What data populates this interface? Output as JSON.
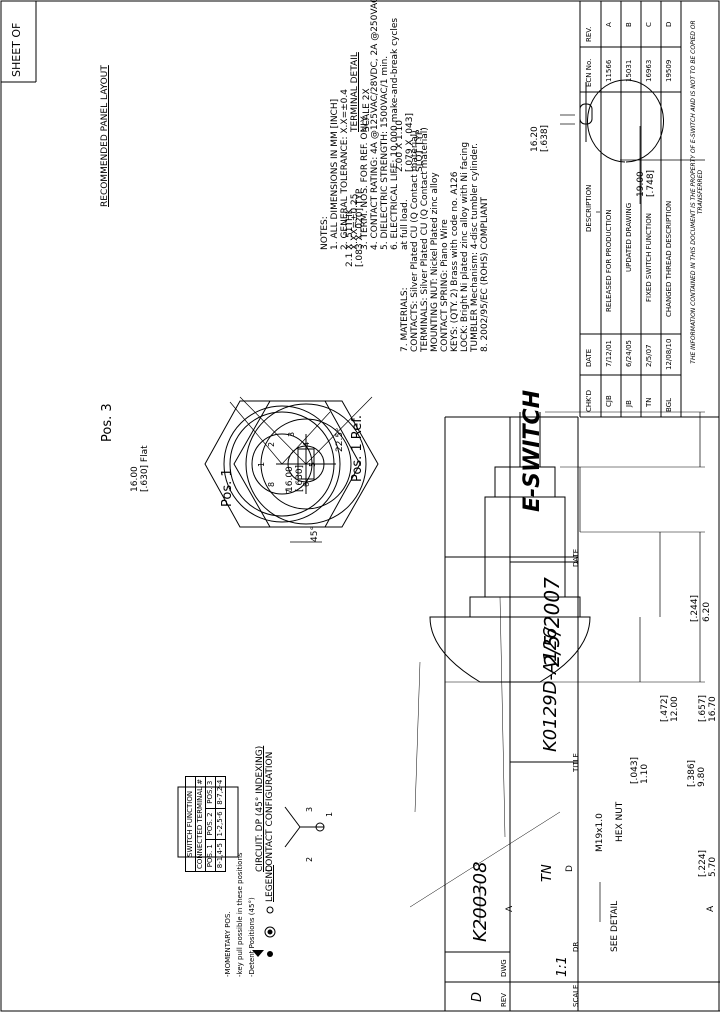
{
  "sheet_label": "SHEET OF",
  "panel": {
    "title": "RECOMMENDED PANEL LAYOUT",
    "dim_width": "19.00",
    "dim_width_in": "[.748]",
    "dim_height": "16.20",
    "dim_height_in": "[.638]"
  },
  "terminal": {
    "slot_dim": "2.00 X 1.10",
    "slot_dim_in": "[.079 X .043]",
    "slot_label": "SLOT TYP.",
    "title": "TERMINAL DETAIL",
    "scale": "SCALE 2X",
    "thk": "2.1 X .51THK",
    "thk_in": "[.083 X .020] TYP."
  },
  "notes": {
    "heading": "NOTES:",
    "lines": [
      "1. ALL DIMENSIONS IN MM [INCH]",
      "2. GENERAL TOLERANCE: X.X=±0.4",
      "                              X.XX=±0.25",
      "3. TERM. NOS. FOR REF. ONLY",
      "4. CONTACT RATING: 4A @125VAC/28VDC, 2A @250VAC",
      "5. DIELECTRIC STRENGTH: 1500VAC/1 min.",
      "6. ELECTRICAL LIFE: 10,000 make-and-break cycles",
      "                               at full load."
    ]
  },
  "materials": {
    "heading": "7. MATERIALS:",
    "lines": [
      "CONTACTS: Silver Plated CU (Q Contact material)",
      "TERMINALS: Silver Plated CU (Q Contact material)",
      "MOUNTING NUT: Nickel Plated zinc alloy",
      "CONTACT SPRING: Piano Wire",
      "KEYS: (QTY. 2) Brass with code no. A126",
      "LOCK: Bright Ni plated zinc alloy with Ni facing",
      "   TUMBLER Mechanism: 4-disc tumbler cylinder.",
      "8. 2002/95/EC (ROHS) COMPLIANT"
    ]
  },
  "front_view": {
    "pos1": "Pos. 1",
    "pos3": "Pos. 3",
    "dim": "16.00",
    "dim_in": "[.630]"
  },
  "rear_view": {
    "ref": "Pos. 1 Ref.",
    "angle1": "22.5°",
    "angle2": "45°",
    "flat": "16.00",
    "flat_in": "[.630] Flat",
    "terminals": [
      "1",
      "2",
      "3",
      "4",
      "5",
      "6",
      "7",
      "8"
    ]
  },
  "side_view": {
    "d620": "6.20",
    "d620_in": "[.244]",
    "d1670": "16.70",
    "d1670_in": "[.657]",
    "d1200": "12.00",
    "d1200_in": "[.472]",
    "d110": "1.10",
    "d110_in": "[.043]",
    "d980": "9.80",
    "d980_in": "[.386]",
    "d570": "5.70",
    "d570_in": "[.224]",
    "thread": "M19x1.0",
    "rev_mark": "D",
    "hex_nut": "HEX NUT",
    "see_detail": "SEE DETAIL",
    "section": "A"
  },
  "circuit": {
    "title": "CIRCUIT: DP (45° INDEXING)",
    "subtitle": "CONTACT CONFIGURATION",
    "labels": [
      "1",
      "2",
      "3"
    ]
  },
  "switch_table": {
    "title": "SWITCH FUNCTION",
    "subtitle": "CONNECTED TERMINAL #",
    "headers": [
      "POS. 1",
      "POS. 2",
      "POS. 3"
    ],
    "values": [
      "8-1,4-5",
      "1-2,5-6",
      "8-7,2-4"
    ]
  },
  "legend": {
    "title": "LEGEND",
    "items": [
      "-Detent Positions (45°)",
      "-key pull possible in these positions",
      "-MOMENTARY POS."
    ]
  },
  "revisions": {
    "headers": [
      "REV.",
      "ECN No.",
      "DESCRIPTION",
      "DATE",
      "CHK'D"
    ],
    "rows": [
      [
        "A",
        "11566",
        "RELEASED FOR PRODUCTION",
        "7/12/01",
        "CJB"
      ],
      [
        "B",
        "15031",
        "UPDATED DRAWING",
        "6/24/05",
        "JB"
      ],
      [
        "C",
        "16963",
        "FIXED SWITCH FUNCTION",
        "2/5/07",
        "TN"
      ],
      [
        "D",
        "19509",
        "CHANGED THREAD DESCRIPTION",
        "12/08/10",
        "BGL"
      ]
    ],
    "disclaimer": "THE INFORMATION CONTAINED IN THIS DOCUMENT IS THE PROPERTY OF E-SWITCH AND IS NOT TO BE COPIED OR TRANSFERRED"
  },
  "title_block": {
    "title_label": "TITLE",
    "title": "K0129D-A126",
    "company": "E-SWITCH",
    "scale_label": "SCALE",
    "scale": "1:1",
    "date_label": "DATE",
    "date": "2/5/2007",
    "dr_label": "DR",
    "dr": "TN",
    "dwg_label": "DWG",
    "dwg": "K200308",
    "rev_label": "REV",
    "rev": "D"
  }
}
